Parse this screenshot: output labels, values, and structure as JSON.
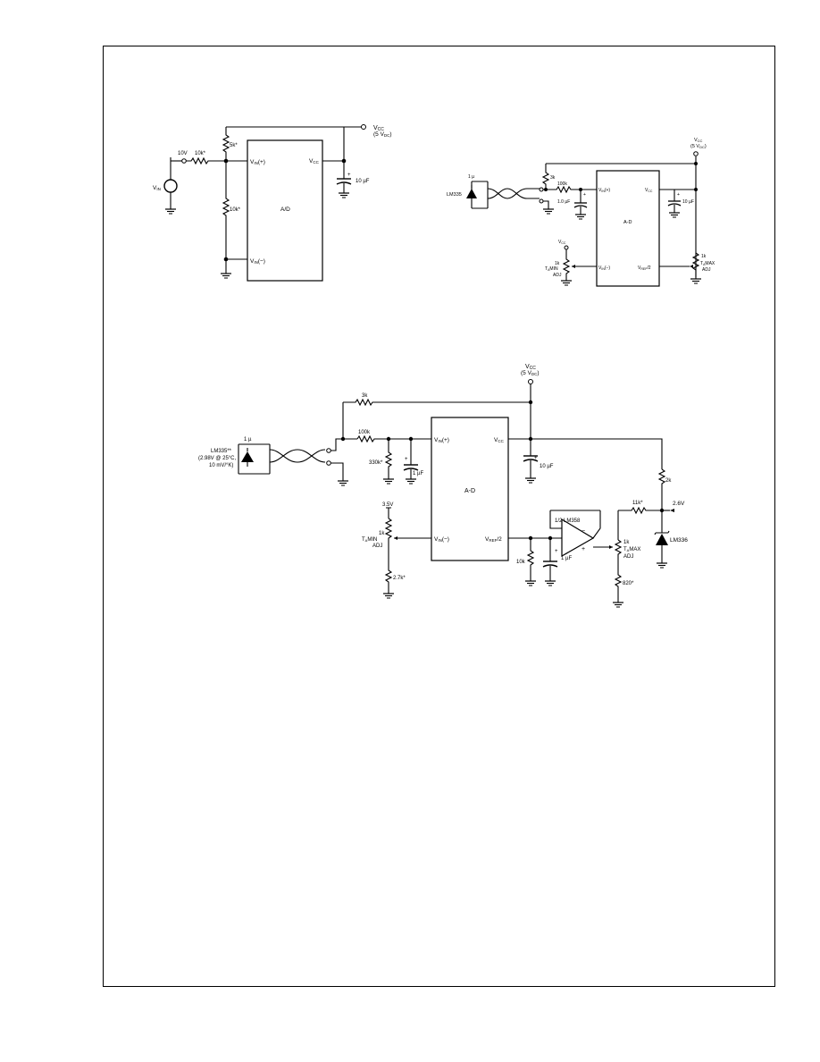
{
  "circuit1": {
    "vdc": "V",
    "vdc_sub": "CC",
    "vdc_val": "(5 V",
    "vdc_val_sub": "DC",
    "vdc_close": ")",
    "r_top": "5k*",
    "r_series": "10k*",
    "r_bottom": "10k*",
    "node_10v": "10V",
    "vin": "V",
    "vin_sub": "IN",
    "pin_vin_plus": "V",
    "pin_vin_plus_sub": "IN",
    "pin_vin_plus_sfx": "(+)",
    "pin_vin_minus": "V",
    "pin_vin_minus_sub": "IN",
    "pin_vin_minus_sfx": "(−)",
    "pin_vcc": "V",
    "pin_vcc_sub": "CC",
    "chip": "A/D",
    "cap": "10 µF",
    "polarity": "+"
  },
  "circuit2": {
    "vdc": "V",
    "vdc_sub": "CC",
    "vdc_val": "(5 V",
    "vdc_val_sub": "DC",
    "vdc_close": ")",
    "r_top": "3k",
    "r_series": "100k",
    "cap_in": "1.0 µF",
    "cap_vcc": "10 µF",
    "sensor_label": "1 µ",
    "sensor_part": "LM335",
    "pot_vref": "1k",
    "pot_vref_adj": "T",
    "pot_vref_adj_sub": "A",
    "pot_vref_adj_sfx": "MAX",
    "pot_vref_adj2": "ADJ",
    "pot_min": "1k",
    "pot_min_adj": "T",
    "pot_min_adj_sub": "A",
    "pot_min_adj_sfx": "MIN",
    "pot_min_adj2": "ADJ",
    "pin_vin_plus": "V",
    "pin_vin_plus_sub": "IN",
    "pin_vin_plus_sfx": "(+)",
    "pin_vin_minus": "V",
    "pin_vin_minus_sub": "IN",
    "pin_vin_minus_sfx": "(−)",
    "pin_vcc": "V",
    "pin_vcc_sub": "CC",
    "pin_vref": "V",
    "pin_vref_sub": "REF",
    "pin_vref_sfx": "/2",
    "chip": "A-D",
    "polarity": "+"
  },
  "circuit3": {
    "vdc": "V",
    "vdc_sub": "CC",
    "vdc_val": "(5 V",
    "vdc_val_sub": "DC",
    "vdc_close": ")",
    "r_top": "3k",
    "r_series": "100k",
    "r_330": "330k*",
    "cap_in": "1 µF",
    "cap_vcc": "10 µF",
    "sensor_label": "1 µ",
    "sensor_part": "LM335**",
    "sensor_spec1": "(2.98V @ 25°C,",
    "sensor_spec2": "10 mV/°K)",
    "node_35": "3.5V",
    "pot_min": "1k",
    "pot_min_adj": "T",
    "pot_min_adj_sub": "A",
    "pot_min_adj_sfx": "MIN",
    "pot_min_adj2": "ADJ",
    "r_27k": "2.7k*",
    "pin_vin_plus": "V",
    "pin_vin_plus_sub": "IN",
    "pin_vin_plus_sfx": "(+)",
    "pin_vin_minus": "V",
    "pin_vin_minus_sub": "IN",
    "pin_vin_minus_sfx": "(−)",
    "pin_vcc": "V",
    "pin_vcc_sub": "CC",
    "pin_vref": "V",
    "pin_vref_sub": "REF",
    "pin_vref_sfx": "/2",
    "chip": "A-D",
    "r_10k": "10k",
    "cap_vref": "1 µF",
    "opamp": "1/2 LM358",
    "r_11k": "11k*",
    "node_26": "2.6V",
    "r_2k": "2k",
    "pot_max": "1k",
    "pot_max_adj": "T",
    "pot_max_adj_sub": "A",
    "pot_max_adj_sfx": "MAX",
    "pot_max_adj2": "ADJ",
    "r_820": "820*",
    "ref_part": "LM336",
    "polarity": "+",
    "op_plus": "+",
    "op_minus": "−"
  }
}
